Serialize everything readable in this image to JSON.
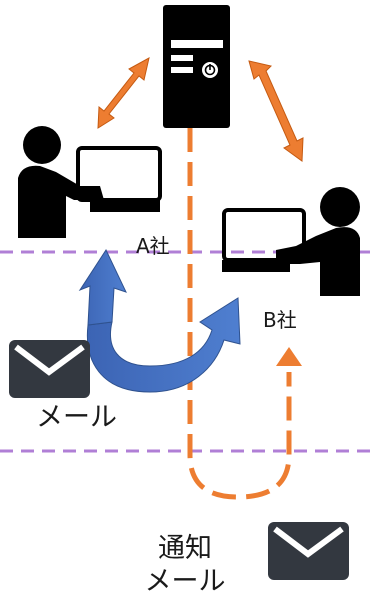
{
  "labels": {
    "company_a": "A社",
    "company_b": "B社",
    "mail": "メール",
    "notification_line1": "通知",
    "notification_line2": "メール"
  },
  "colors": {
    "orange": "#ED7D31",
    "blue": "#4472C4",
    "purple_dashed": "#B07FD6",
    "dark": "#333840",
    "black": "#000000"
  },
  "icons": [
    "server-icon",
    "person-with-laptop-icon",
    "envelope-icon",
    "double-arrow-icon",
    "curved-arrow-icon"
  ]
}
